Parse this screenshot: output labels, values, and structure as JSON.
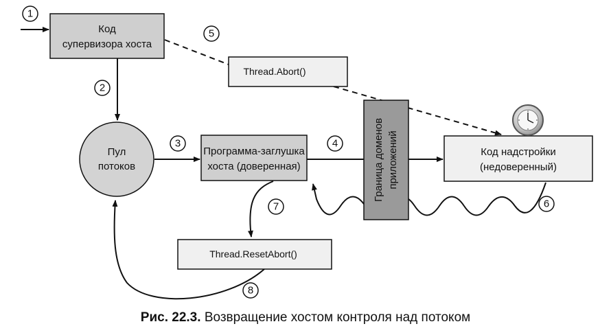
{
  "nodes": {
    "supervisor": {
      "line1": "Код",
      "line2": "супервизора хоста"
    },
    "abort": {
      "label": "Thread.Abort()"
    },
    "pool": {
      "line1": "Пул",
      "line2": "потоков"
    },
    "stub": {
      "line1": "Программа-заглушка",
      "line2": "хоста (доверенная)"
    },
    "boundary": {
      "line1": "Граница доменов",
      "line2": "приложений"
    },
    "addin": {
      "line1": "Код надстройки",
      "line2": "(недоверенный)"
    },
    "reset_abort": {
      "label": "Thread.ResetAbort()"
    }
  },
  "steps": [
    "1",
    "2",
    "3",
    "4",
    "5",
    "6",
    "7",
    "8"
  ],
  "caption": {
    "label": "Рис. 22.3.",
    "text": "Возвращение хостом контроля над потоком"
  }
}
